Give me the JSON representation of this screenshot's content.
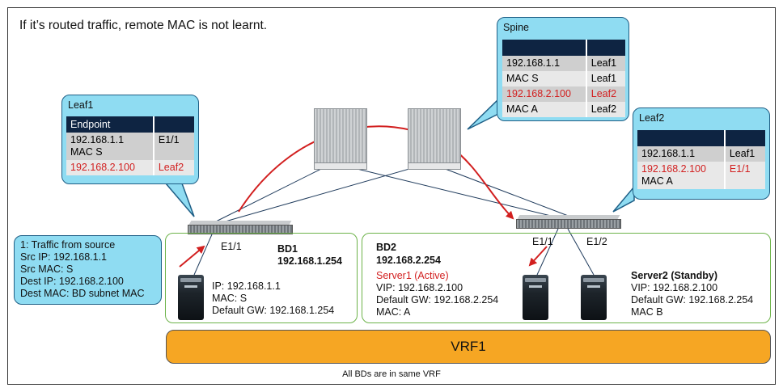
{
  "heading": "If it’s routed traffic, remote MAC is not learnt.",
  "spine_table": {
    "title": "Spine",
    "header": [
      "",
      ""
    ],
    "rows": [
      {
        "key": "192.168.1.1",
        "value": "Leaf1",
        "red": false
      },
      {
        "key": "MAC S",
        "value": "Leaf1",
        "red": false
      },
      {
        "key": "192.168.2.100",
        "value": "Leaf2",
        "red": true
      },
      {
        "key": "MAC A",
        "value": "Leaf2",
        "red": false
      }
    ]
  },
  "leaf1_table": {
    "title": "Leaf1",
    "header": [
      "Endpoint",
      ""
    ],
    "row1": {
      "line1": "192.168.1.1",
      "line2": "MAC S",
      "value": "E1/1"
    },
    "row2": {
      "key": "192.168.2.100",
      "value": "Leaf2"
    }
  },
  "leaf2_table": {
    "title": "Leaf2",
    "header": [
      "",
      ""
    ],
    "row1": {
      "key": "192.168.1.1",
      "value": "Leaf1"
    },
    "row2": {
      "line1": "192.168.2.100",
      "line2": "MAC A",
      "value": "E1/1"
    }
  },
  "traffic_box": {
    "lines": [
      "1: Traffic from source",
      "Src IP: 192.168.1.1",
      "Src MAC: S",
      "Dest IP:  192.168.2.100",
      "Dest MAC: BD subnet MAC"
    ]
  },
  "leaf1_switch": {
    "port": "E1/1"
  },
  "leaf2_switch": {
    "port1": "E1/1",
    "port2": "E1/2"
  },
  "bd1": {
    "name": "BD1",
    "subnet": "192.168.1.254",
    "host": {
      "ip": "IP: 192.168.1.1",
      "mac": "MAC: S",
      "gw": "Default GW: 192.168.1.254"
    }
  },
  "bd2": {
    "name": "BD2",
    "subnet": "192.168.2.254",
    "server1": {
      "name": "Server1 (Active)",
      "vip": "VIP: 192.168.2.100",
      "gw": "Default GW: 192.168.2.254",
      "mac": "MAC: A"
    },
    "server2": {
      "name": "Server2 (Standby)",
      "vip": "VIP: 192.168.2.100",
      "gw": "Default GW: 192.168.2.254",
      "mac": "MAC B"
    }
  },
  "vrf": {
    "label": "VRF1",
    "caption": "All BDs are in same VRF"
  },
  "colors": {
    "callout": "#8fdcf2",
    "table_header": "#0e2442",
    "accent_red": "#d21f1f",
    "bd_border": "#6db34a",
    "vrf_fill": "#f6a623"
  }
}
